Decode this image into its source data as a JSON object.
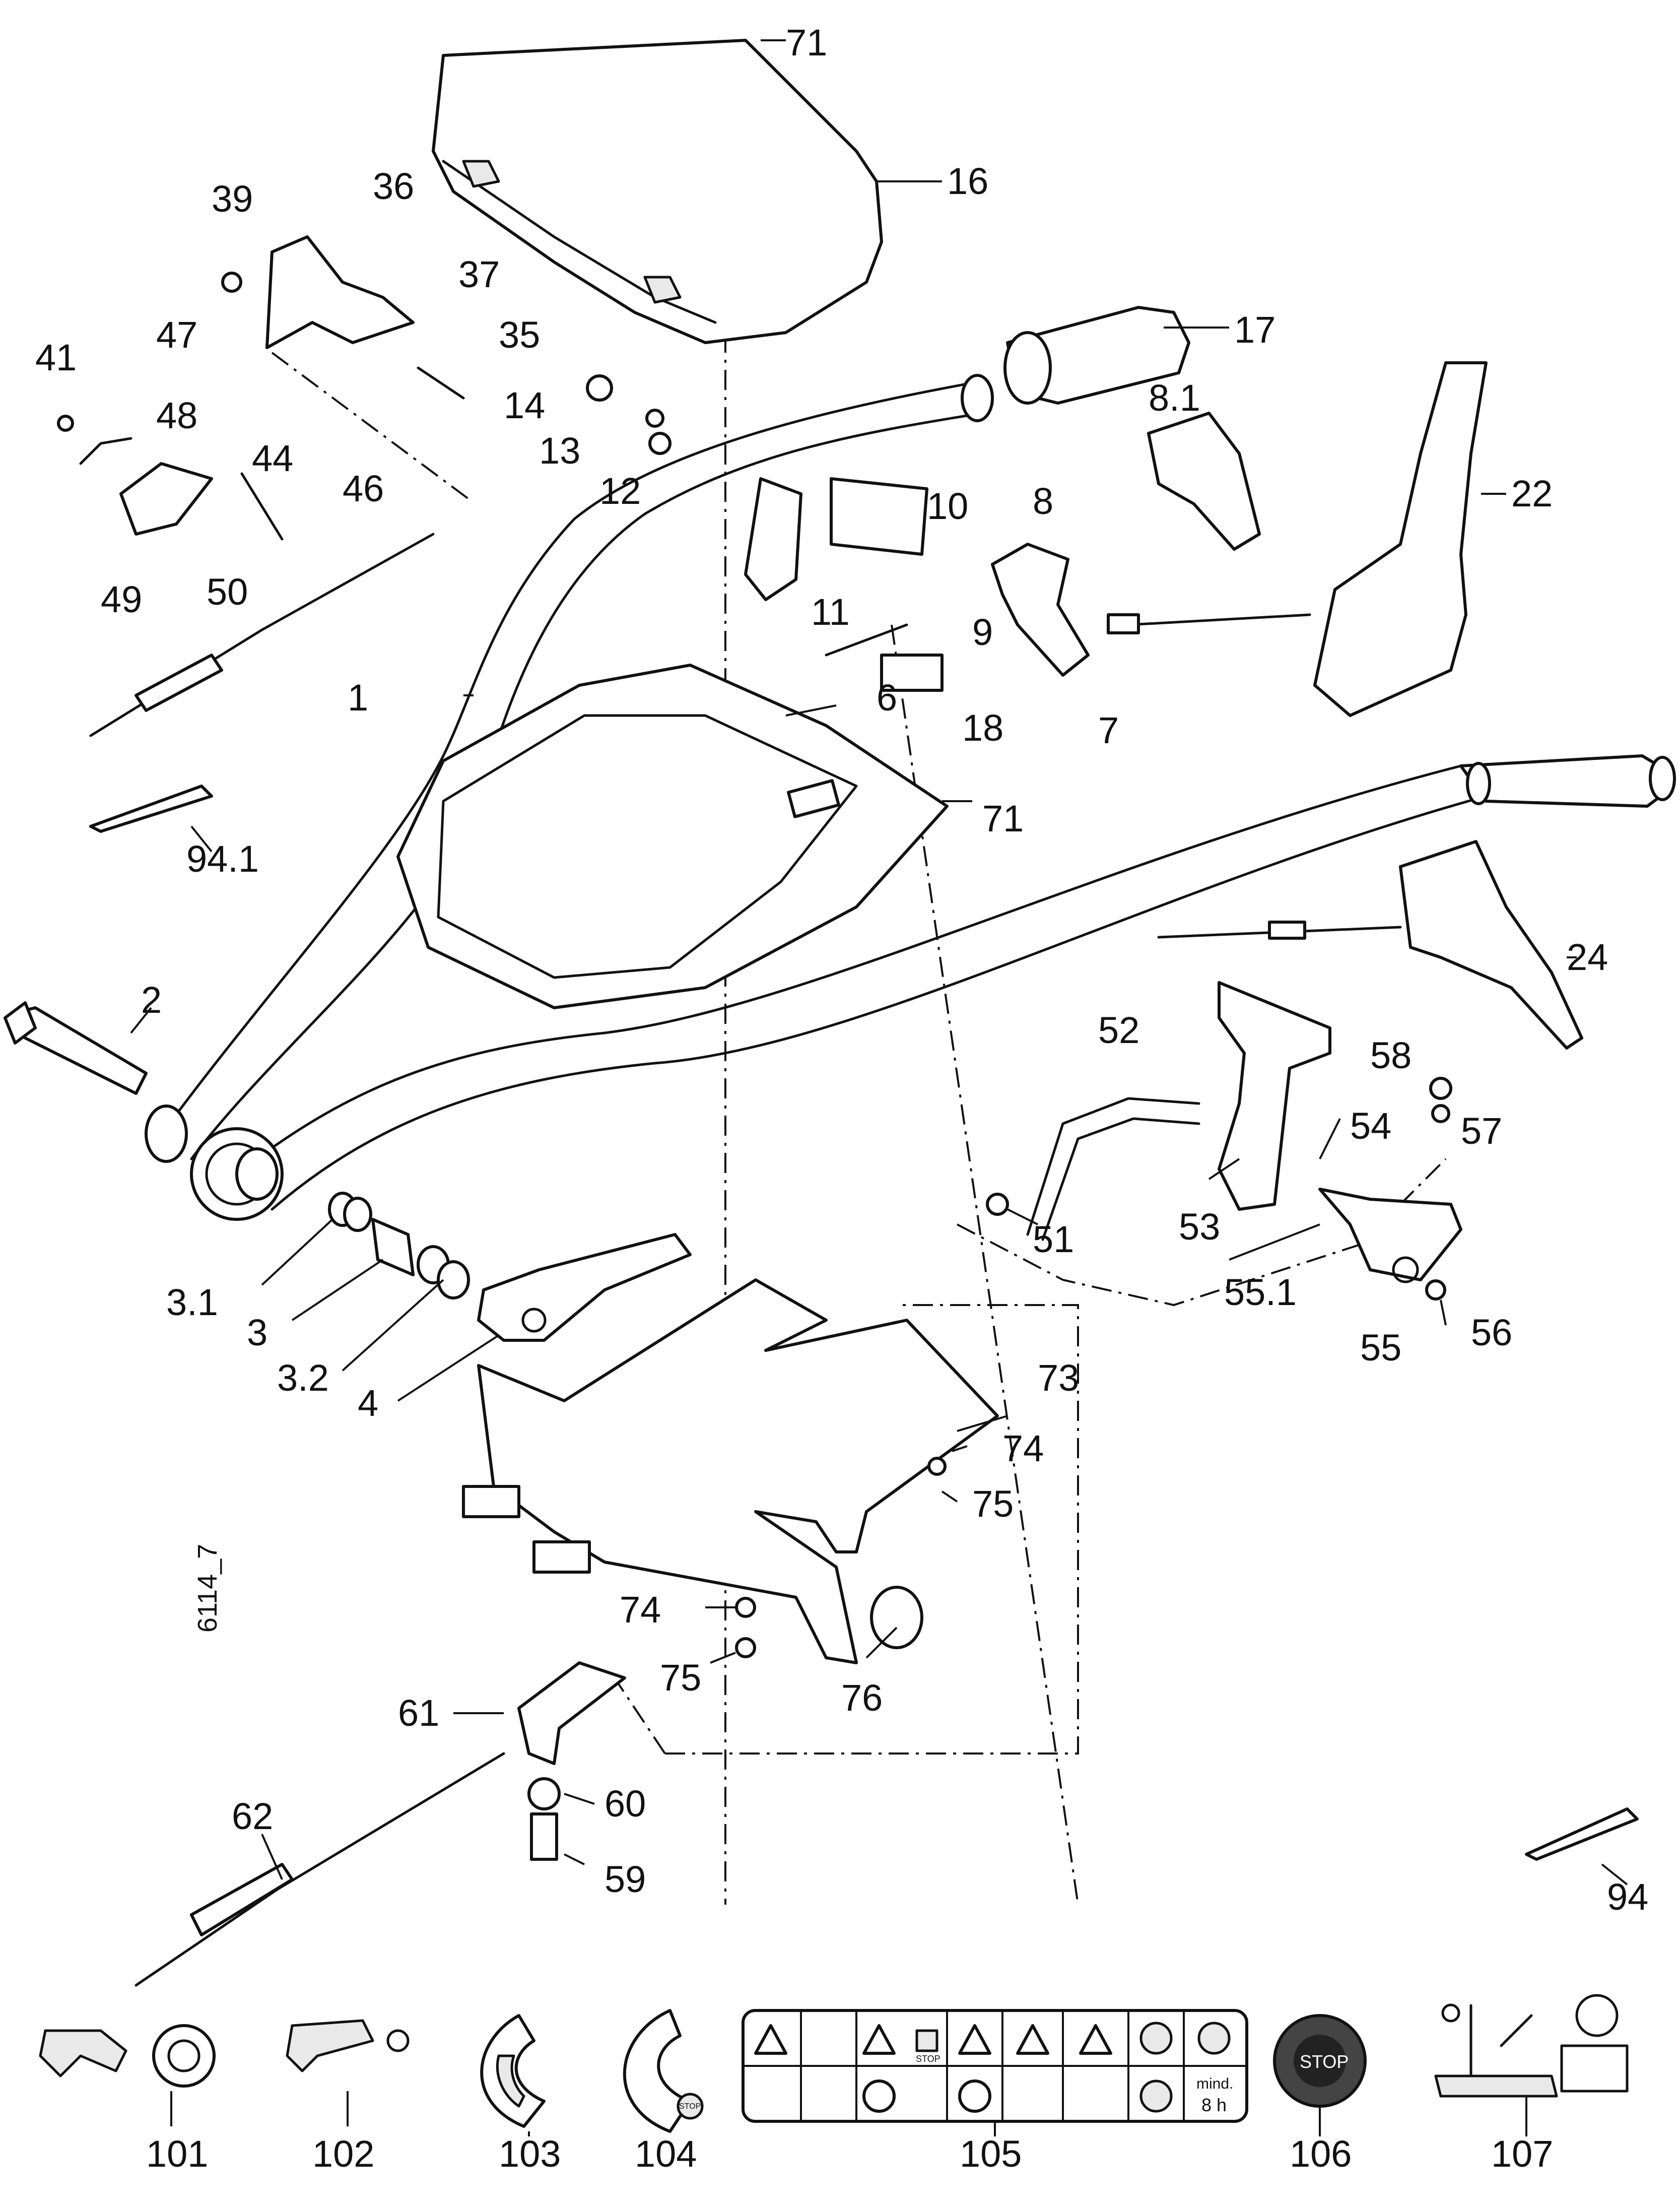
{
  "drawing_code": "6114_7",
  "part_labels": {
    "p1": "1",
    "p2": "2",
    "p3": "3",
    "p3_1": "3.1",
    "p3_2": "3.2",
    "p4": "4",
    "p6": "6",
    "p7": "7",
    "p8": "8",
    "p8_1": "8.1",
    "p9": "9",
    "p10": "10",
    "p11": "11",
    "p12": "12",
    "p13": "13",
    "p14": "14",
    "p16": "16",
    "p17": "17",
    "p18": "18",
    "p22": "22",
    "p24": "24",
    "p35": "35",
    "p36": "36",
    "p37": "37",
    "p39": "39",
    "p41": "41",
    "p44": "44",
    "p46": "46",
    "p47": "47",
    "p48": "48",
    "p49": "49",
    "p50": "50",
    "p51": "51",
    "p52": "52",
    "p53": "53",
    "p54": "54",
    "p55": "55",
    "p55_1": "55.1",
    "p56": "56",
    "p57": "57",
    "p58": "58",
    "p59": "59",
    "p60": "60",
    "p61": "61",
    "p62": "62",
    "p71a": "71",
    "p71b": "71",
    "p73": "73",
    "p74a": "74",
    "p74b": "74",
    "p75a": "75",
    "p75b": "75",
    "p76": "76",
    "p94": "94",
    "p94_1": "94.1"
  },
  "decal_labels": {
    "d101": "101",
    "d102": "102",
    "d103": "103",
    "d104": "104",
    "d105": "105",
    "d106": "106",
    "d107": "107"
  },
  "decal_text": {
    "stop_a": "STOP",
    "stop_b": "STOP",
    "stop_c": "STOP",
    "mind": "mind.",
    "hours": "8 h"
  }
}
